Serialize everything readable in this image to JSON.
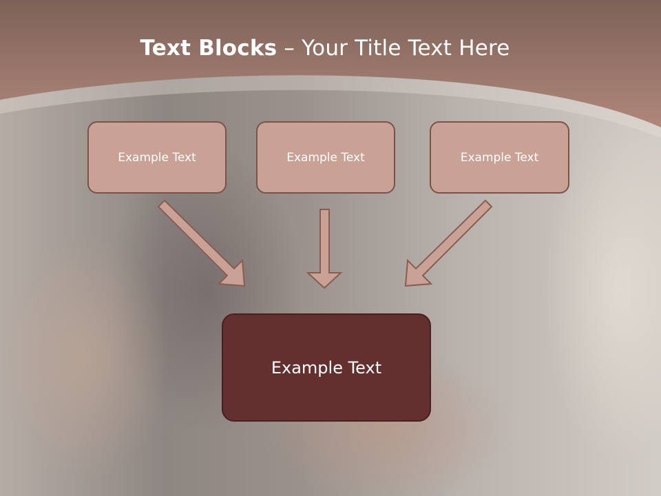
{
  "title": {
    "bold": "Text Blocks",
    "separator": " – ",
    "rest": "Your Title Text Here"
  },
  "boxes": {
    "left": "Example Text",
    "center": "Example Text",
    "right": "Example Text",
    "main": "Example Text"
  },
  "colors": {
    "header": "#a87c6c",
    "box_fill": "#c9a295",
    "box_border": "#7a5248",
    "main_fill": "#642f2f",
    "arrow_fill": "#c9a295"
  }
}
